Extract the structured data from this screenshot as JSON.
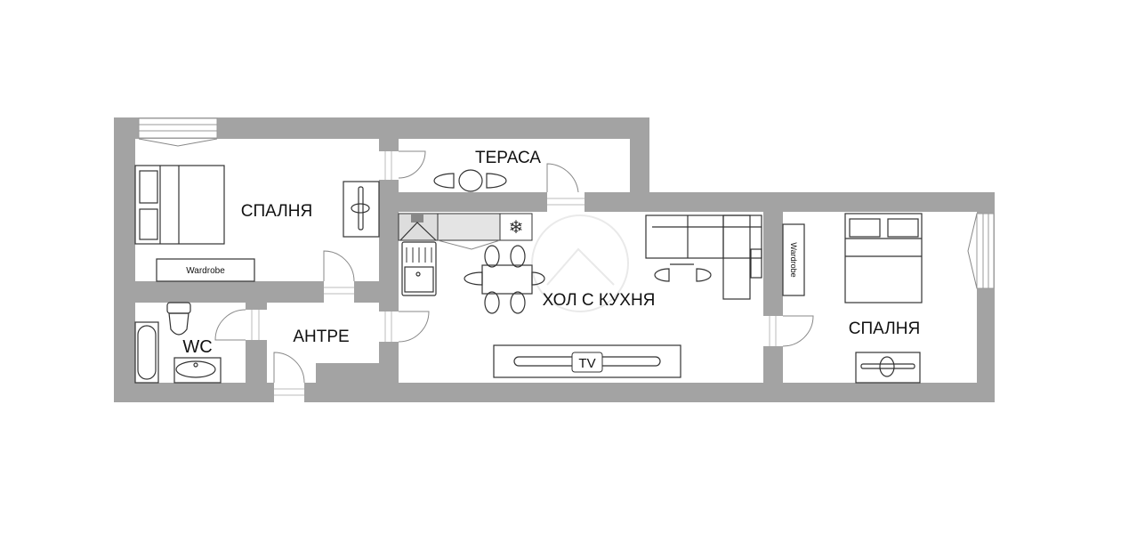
{
  "rooms": {
    "bedroom_left": {
      "label": "СПАЛНЯ",
      "wardrobe": "Wardrobe"
    },
    "terrace": {
      "label": "ТЕРАСА"
    },
    "living_kitchen": {
      "label": "ХОЛ С КУХНЯ",
      "tv": "TV"
    },
    "wc": {
      "label": "WC"
    },
    "entrance": {
      "label": "АНТРЕ"
    },
    "bedroom_right": {
      "label": "СПАЛНЯ",
      "wardrobe": "Wardrobe"
    }
  },
  "colors": {
    "wall": "#a3a3a3",
    "floor": "#ffffff",
    "lines": "#333333"
  }
}
